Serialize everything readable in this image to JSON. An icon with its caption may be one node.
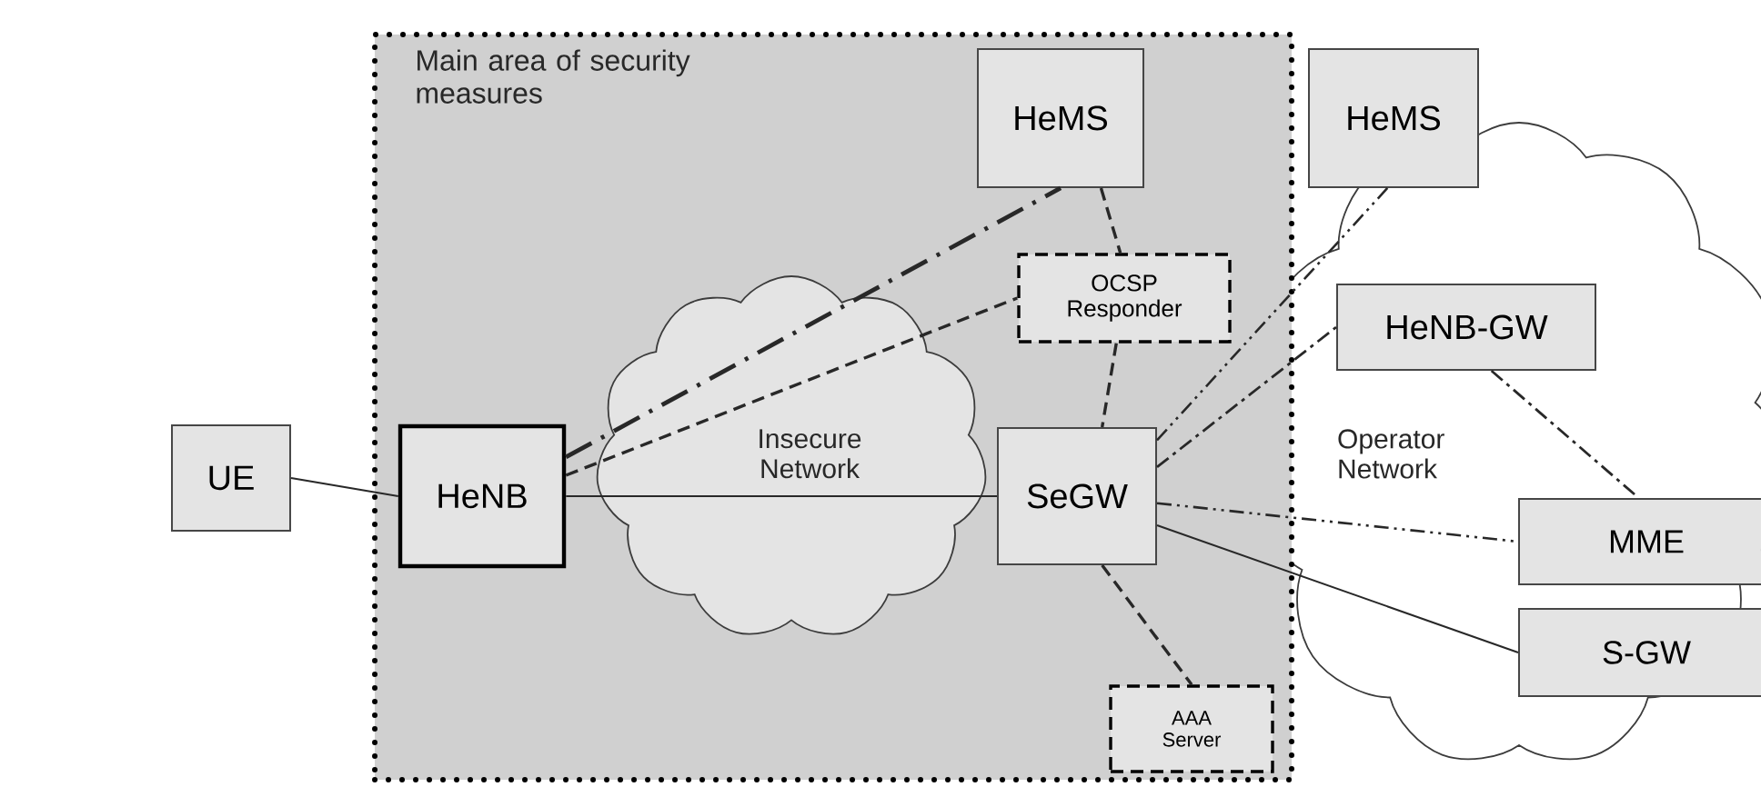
{
  "diagram": {
    "nodes": [
      {
        "text": [
          "Main area of security measures"
        ]
      },
      {
        "text": [
          "UE"
        ]
      },
      {
        "text": [
          "HeNB"
        ],
        "in": 0
      },
      {
        "text": [
          "HeMS"
        ],
        "in": 0
      },
      {
        "text": [
          "OCSP Responder"
        ],
        "in": 0
      },
      {
        "text": [
          "SeGW"
        ],
        "in": 0
      },
      {
        "text": [
          "AAA Server"
        ],
        "in": 0
      },
      {
        "text": [
          "HeMS"
        ]
      },
      {
        "text": [
          "HeNB-GW"
        ]
      },
      {
        "text": [
          "MME"
        ]
      },
      {
        "text": [
          "S-GW"
        ]
      }
    ],
    "edges": [
      {
        "from": 1,
        "to": 2,
        "arrow": "none"
      },
      {
        "from": 2,
        "to": 5,
        "arrow": "none"
      },
      {
        "from": 2,
        "to": 3,
        "arrow": "none",
        "style": "dashed"
      },
      {
        "from": 2,
        "to": 4,
        "arrow": "none",
        "style": "dashed"
      },
      {
        "from": 3,
        "to": 4,
        "arrow": "none",
        "style": "dashed"
      },
      {
        "from": 4,
        "to": 5,
        "arrow": "none",
        "style": "dashed"
      },
      {
        "from": 5,
        "to": 7,
        "arrow": "none",
        "style": "dashed"
      },
      {
        "from": 5,
        "to": 8,
        "arrow": "none",
        "style": "dashed"
      },
      {
        "from": 5,
        "to": 9,
        "arrow": "none",
        "style": "dashed"
      },
      {
        "from": 5,
        "to": 10,
        "arrow": "none"
      },
      {
        "from": 5,
        "to": 6,
        "arrow": "none",
        "style": "dashed"
      },
      {
        "from": 8,
        "to": 9,
        "arrow": "none",
        "style": "dashed"
      }
    ],
    "labels": [
      "Insecure Network",
      "Operator Network"
    ]
  }
}
